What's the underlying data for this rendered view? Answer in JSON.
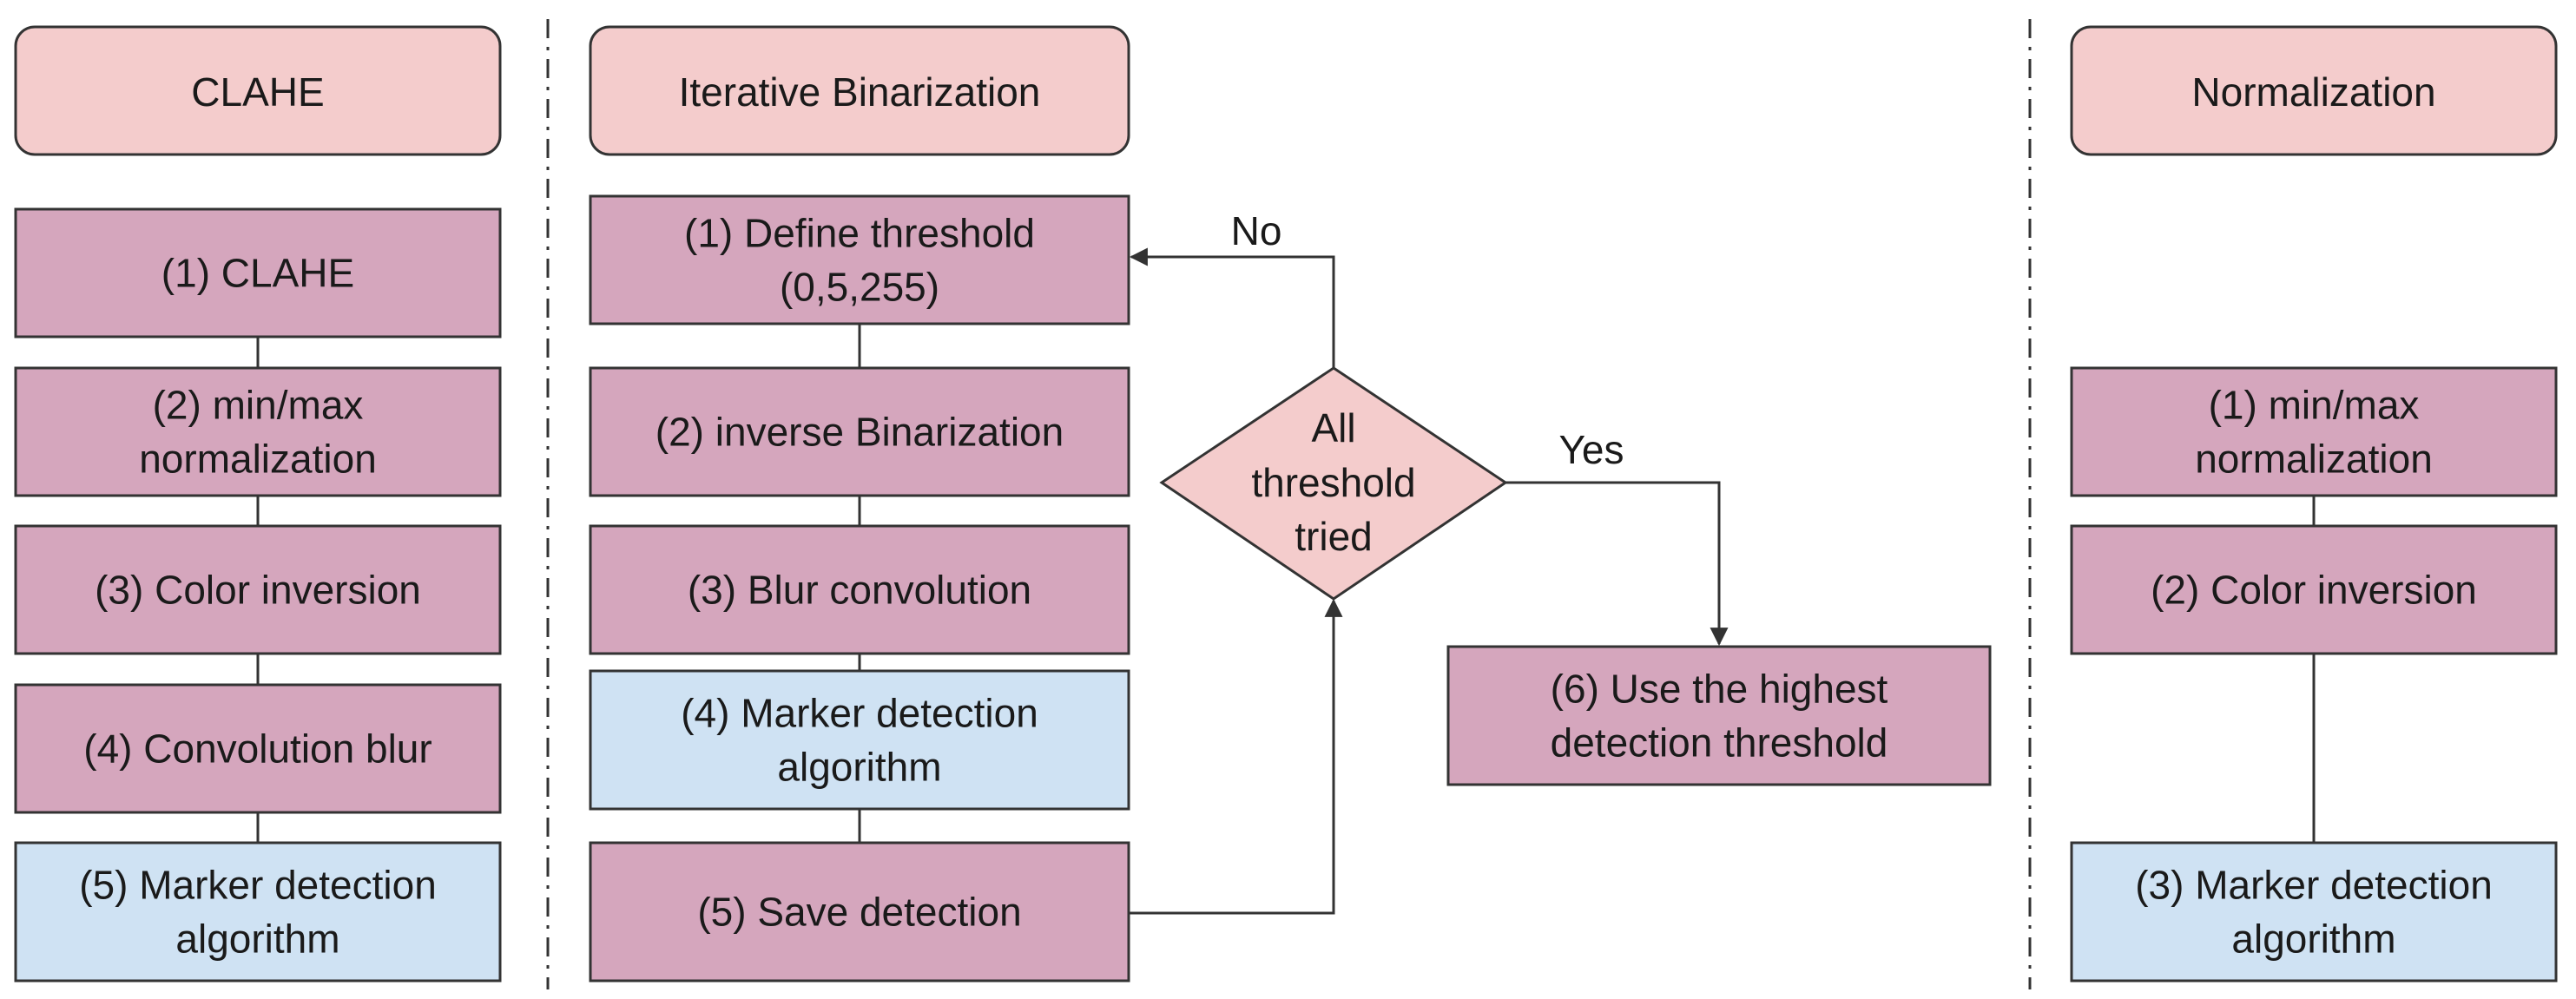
{
  "colors": {
    "header_fill": "#f4cccc",
    "step_fill": "#d5a6bd",
    "detector_fill": "#cfe2f3",
    "stroke": "#333333",
    "text": "#1a1a1a"
  },
  "columns": [
    {
      "id": "clahe",
      "header": "CLAHE",
      "steps": [
        {
          "id": "clahe-1",
          "kind": "step",
          "lines": [
            "(1) CLAHE"
          ]
        },
        {
          "id": "clahe-2",
          "kind": "step",
          "lines": [
            "(2) min/max",
            "normalization"
          ]
        },
        {
          "id": "clahe-3",
          "kind": "step",
          "lines": [
            "(3) Color inversion"
          ]
        },
        {
          "id": "clahe-4",
          "kind": "step",
          "lines": [
            "(4) Convolution blur"
          ]
        },
        {
          "id": "clahe-5",
          "kind": "detector",
          "lines": [
            "(5) Marker detection",
            "algorithm"
          ]
        }
      ]
    },
    {
      "id": "iterative-binarization",
      "header": "Iterative Binarization",
      "steps": [
        {
          "id": "ib-1",
          "kind": "step",
          "lines": [
            "(1) Define threshold",
            "(0,5,255)"
          ]
        },
        {
          "id": "ib-2",
          "kind": "step",
          "lines": [
            "(2) inverse Binarization"
          ]
        },
        {
          "id": "ib-3",
          "kind": "step",
          "lines": [
            "(3) Blur convolution"
          ]
        },
        {
          "id": "ib-4",
          "kind": "detector",
          "lines": [
            "(4) Marker detection",
            "algorithm"
          ]
        },
        {
          "id": "ib-5",
          "kind": "step",
          "lines": [
            "(5) Save detection"
          ]
        }
      ]
    },
    {
      "id": "normalization",
      "header": "Normalization",
      "steps": [
        {
          "id": "norm-1",
          "kind": "step",
          "lines": [
            "(1) min/max",
            "normalization"
          ]
        },
        {
          "id": "norm-2",
          "kind": "step",
          "lines": [
            "(2) Color inversion"
          ]
        },
        {
          "id": "norm-3",
          "kind": "detector",
          "lines": [
            "(3) Marker detection",
            "algorithm"
          ]
        }
      ]
    }
  ],
  "decision": {
    "lines": [
      "All",
      "threshold",
      "tried"
    ],
    "no_label": "No",
    "yes_label": "Yes"
  },
  "final_step": {
    "lines": [
      "(6) Use the highest",
      "detection threshold"
    ]
  }
}
